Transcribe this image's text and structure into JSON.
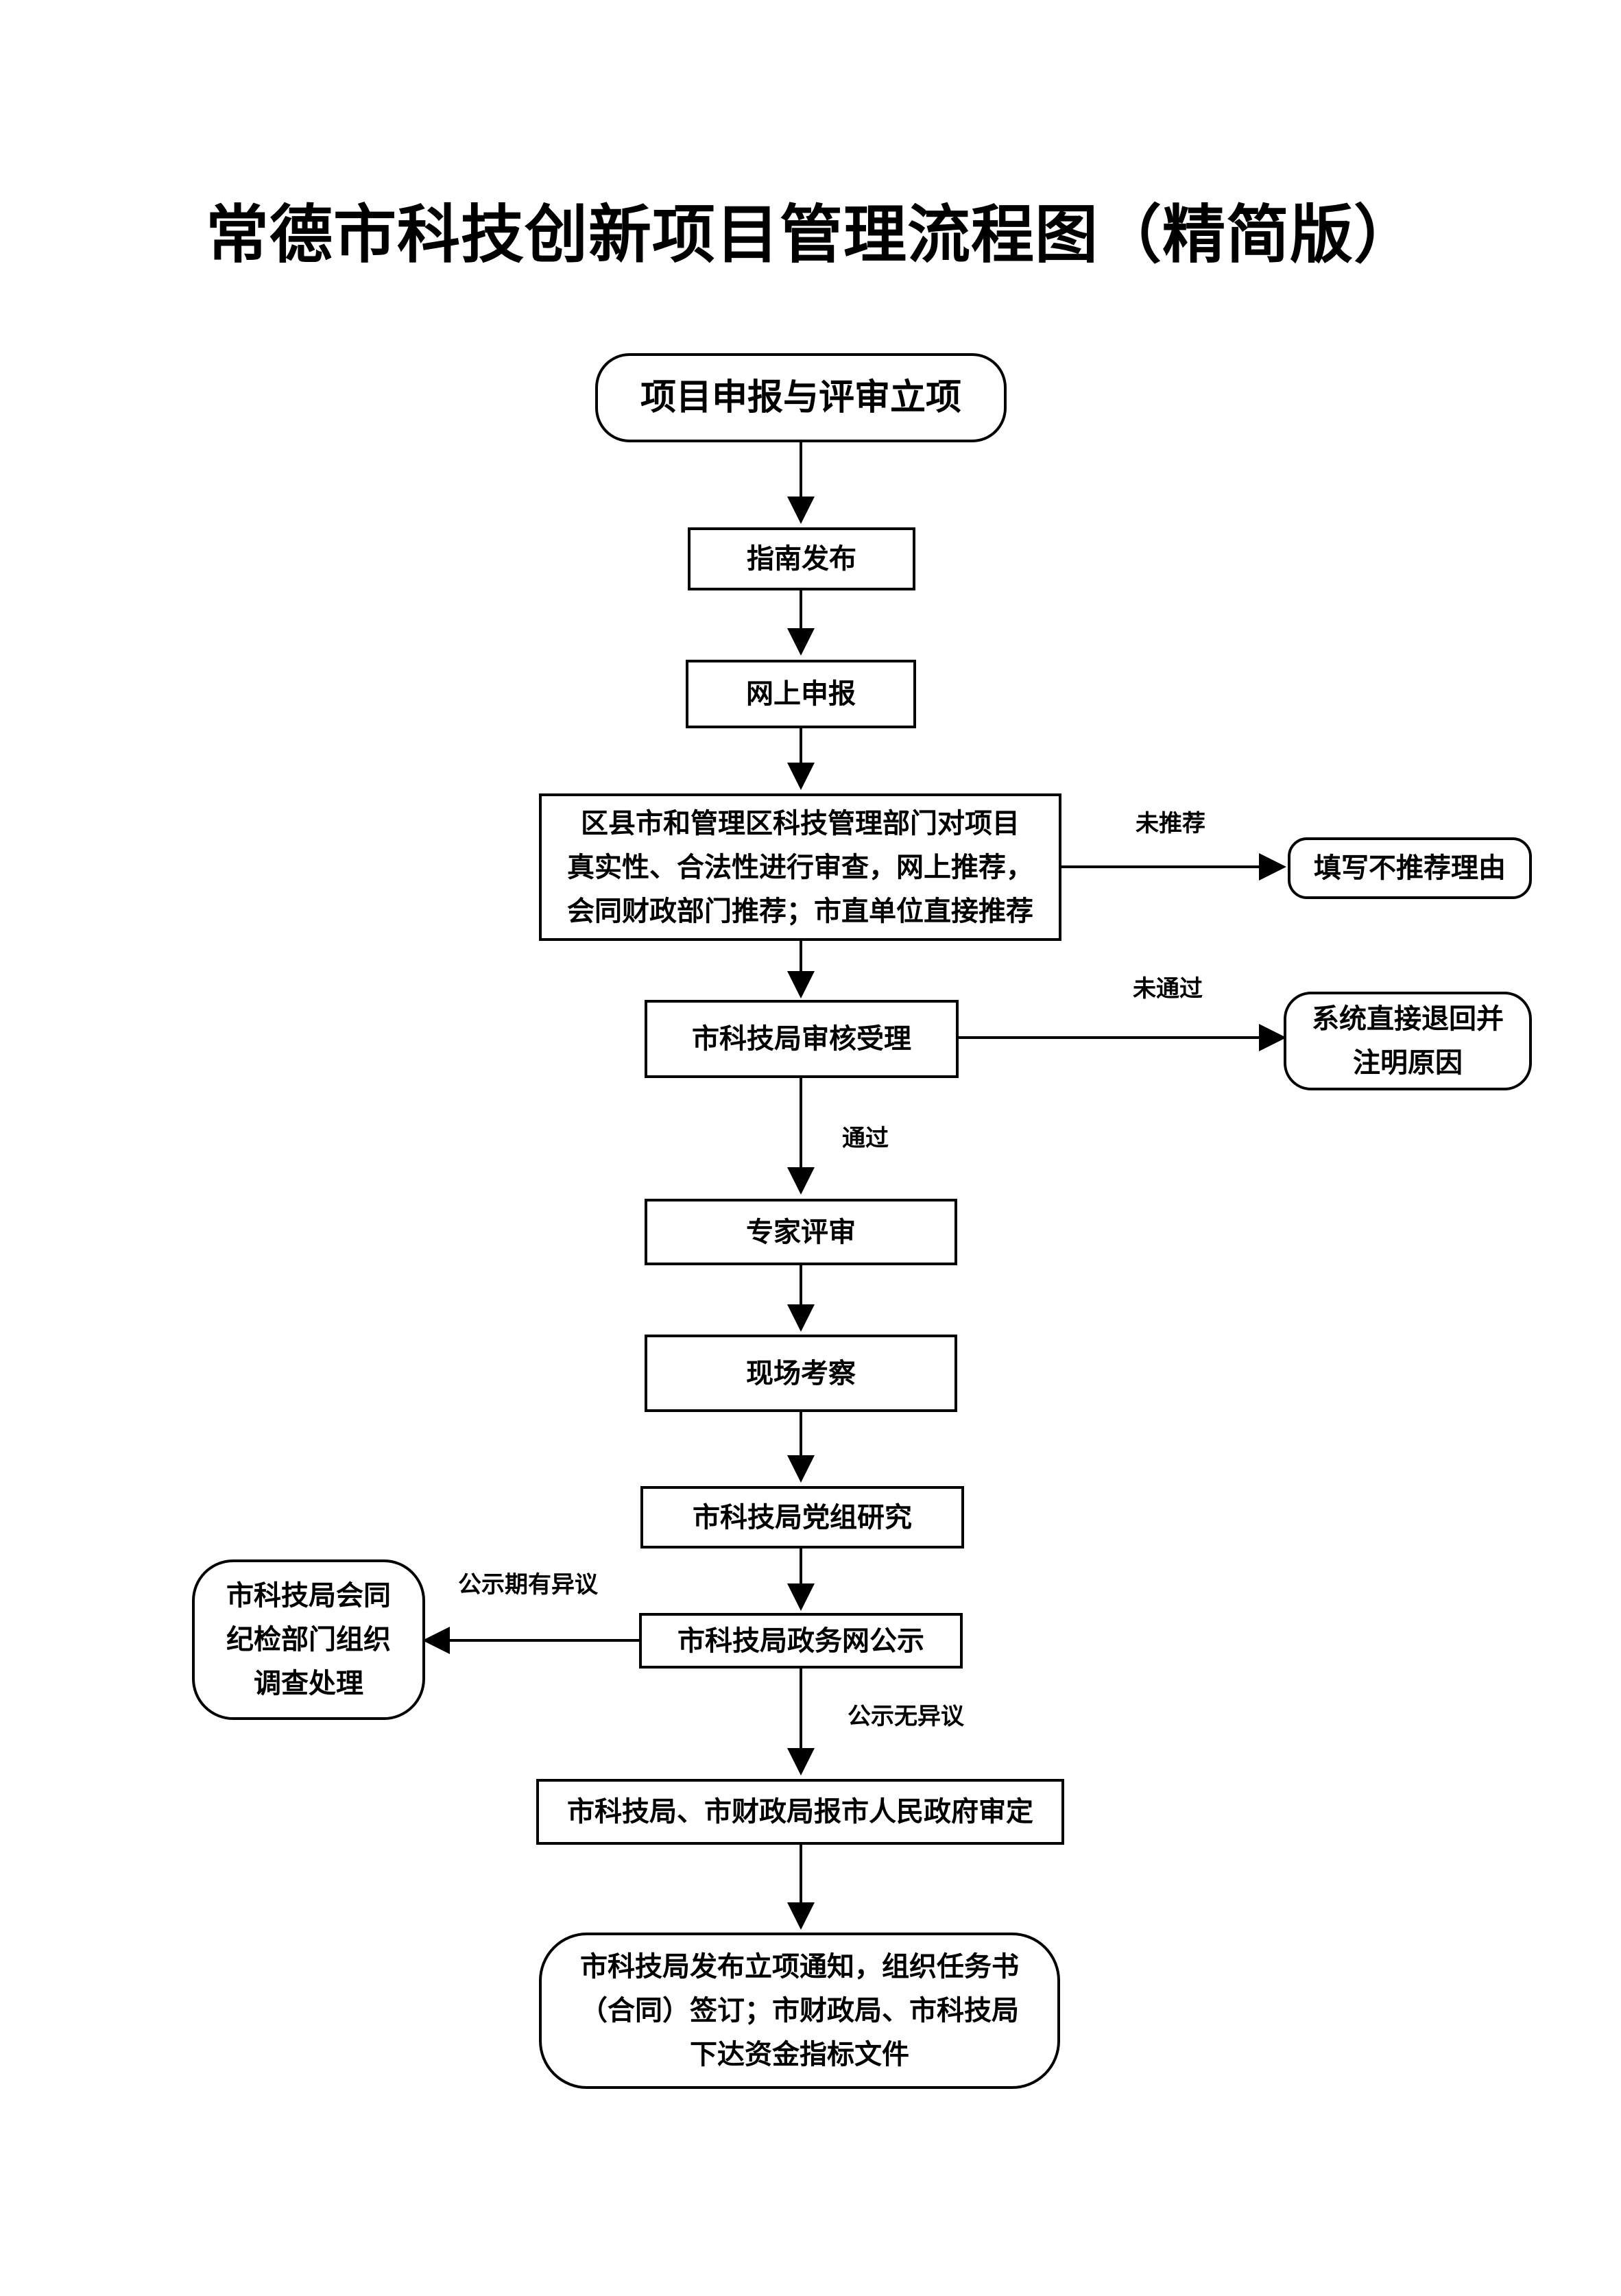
{
  "title": "常德市科技创新项目管理流程图（精简版）",
  "nodes": {
    "start": "项目申报与评审立项",
    "guide": "指南发布",
    "online": "网上申报",
    "district_review": [
      "区县市和管理区科技管理部门对项目",
      "真实性、合法性进行审查，网上推荐，",
      "会同财政部门推荐；市直单位直接推荐"
    ],
    "not_recommended": "填写不推荐理由",
    "bureau_accept": "市科技局审核受理",
    "returned": [
      "系统直接退回并",
      "注明原因"
    ],
    "expert_review": "专家评审",
    "site_visit": "现场考察",
    "party_group": "市科技局党组研究",
    "publicity": "市科技局政务网公示",
    "investigation": [
      "市科技局会同",
      "纪检部门组织",
      "调查处理"
    ],
    "gov_approval": "市科技局、市财政局报市人民政府审定",
    "final": [
      "市科技局发布立项通知，组织任务书",
      "（合同）签订；市财政局、市科技局",
      "下达资金指标文件"
    ]
  },
  "edge_labels": {
    "not_recommended": "未推荐",
    "not_passed": "未通过",
    "passed": "通过",
    "objection": "公示期有异议",
    "no_objection": "公示无异议"
  }
}
